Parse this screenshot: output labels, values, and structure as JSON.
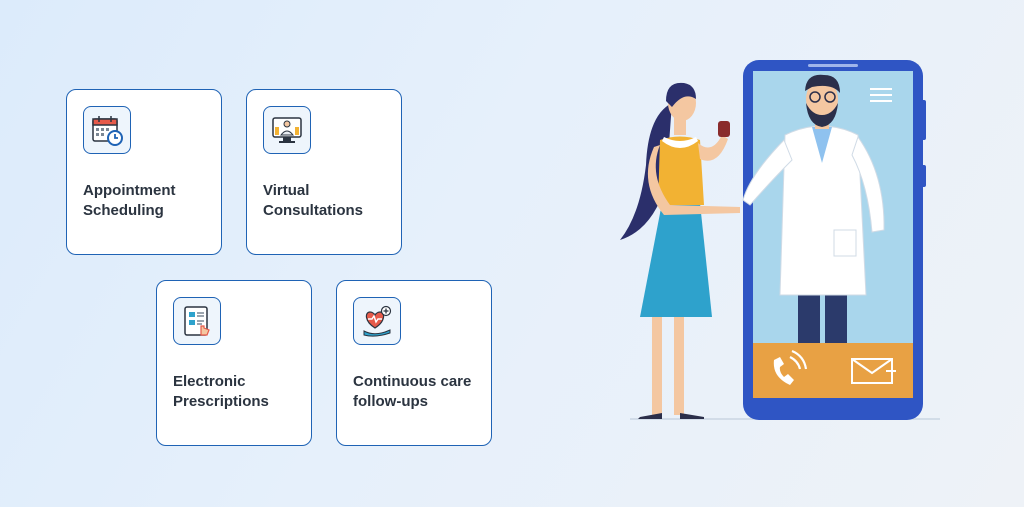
{
  "features": [
    {
      "line1": "Appointment",
      "line2": "Scheduling",
      "icon": "calendar-clock-icon"
    },
    {
      "line1": "Virtual",
      "line2": "Consultations",
      "icon": "monitor-doctor-icon"
    },
    {
      "line1": "Electronic",
      "line2": "Prescriptions",
      "icon": "prescription-form-icon"
    },
    {
      "line1": "Continuous care",
      "line2": "follow-ups",
      "icon": "heart-hand-icon"
    }
  ],
  "colors": {
    "accent": "#1f63b5",
    "phone_frame": "#2f55c4",
    "screen": "#a9d6ec",
    "call_bar": "#e8a144",
    "skirt": "#2ea2cc",
    "top": "#f2b233"
  }
}
